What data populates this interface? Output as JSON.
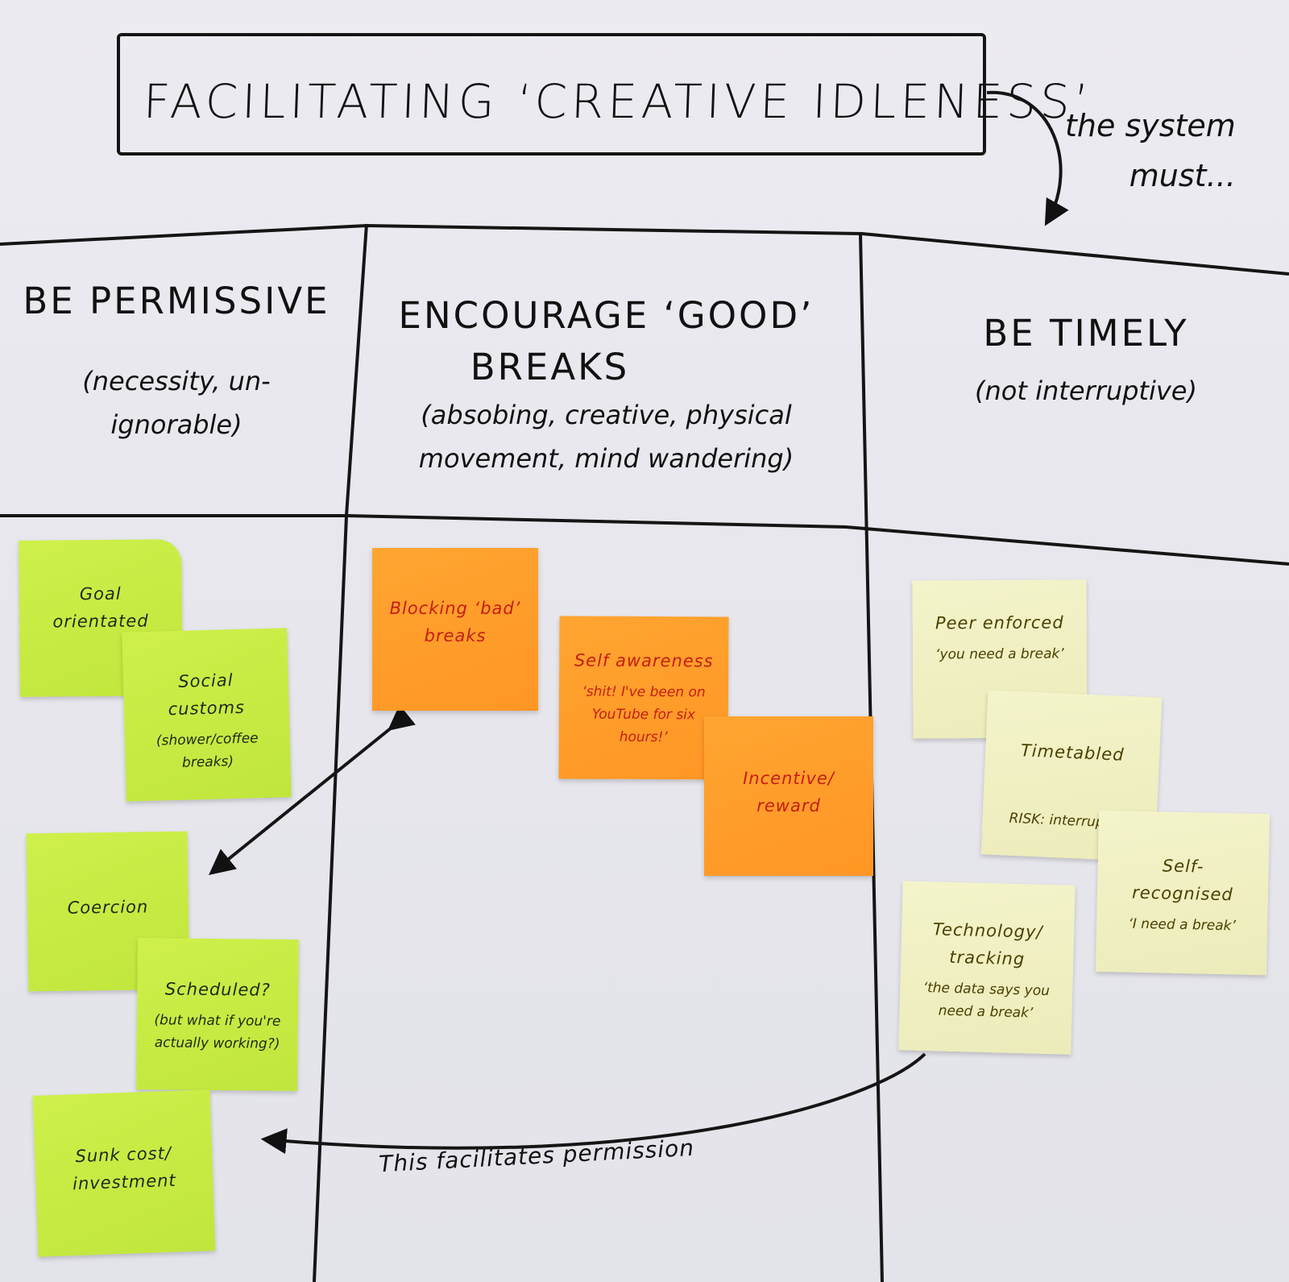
{
  "board": {
    "title": "FACILITATING ‘CREATIVE IDLENESS’",
    "system_note_line1": "the system",
    "system_note_line2": "must...",
    "columns": [
      {
        "title_line1": "BE PERMISSIVE",
        "subtitle_line1": "(necessity, un-",
        "subtitle_line2": "ignorable)"
      },
      {
        "title_line1": "ENCOURAGE ‘GOOD’",
        "title_line2": "BREAKS",
        "subtitle_line1": "(absobing, creative, physical",
        "subtitle_line2": "movement, mind wandering)"
      },
      {
        "title_line1": "BE TIMELY",
        "subtitle_line1": "(not interruptive)"
      }
    ],
    "notes": {
      "goal_orientated": "Goal orientated",
      "social_customs_main": "Social customs",
      "social_customs_sub": "(shower/coffee breaks)",
      "coercion": "Coercion",
      "scheduled_main": "Scheduled?",
      "scheduled_sub": "(but what if you're actually working?)",
      "sunk_cost": "Sunk cost/ investment",
      "blocking": "Blocking ‘bad’ breaks",
      "self_awareness_main": "Self awareness",
      "self_awareness_sub": "‘shit! I've been on YouTube for six hours!’",
      "incentive": "Incentive/ reward",
      "peer_enforced_main": "Peer enforced",
      "peer_enforced_sub": "‘you need a break’",
      "timetabled_main": "Timetabled",
      "timetabled_risk": "RISK: interruptive",
      "self_recognised_main": "Self-recognised",
      "self_recognised_sub": "‘I need a break’",
      "technology_main": "Technology/ tracking",
      "technology_sub": "‘the data says you need a break’"
    },
    "caption": "This facilitates permission"
  },
  "colors": {
    "green_note": "#c8ec45",
    "orange_note": "#ff9f2b",
    "yellow_note": "#f1f0c4",
    "ink": "#111111",
    "red_ink": "#c61d14"
  }
}
